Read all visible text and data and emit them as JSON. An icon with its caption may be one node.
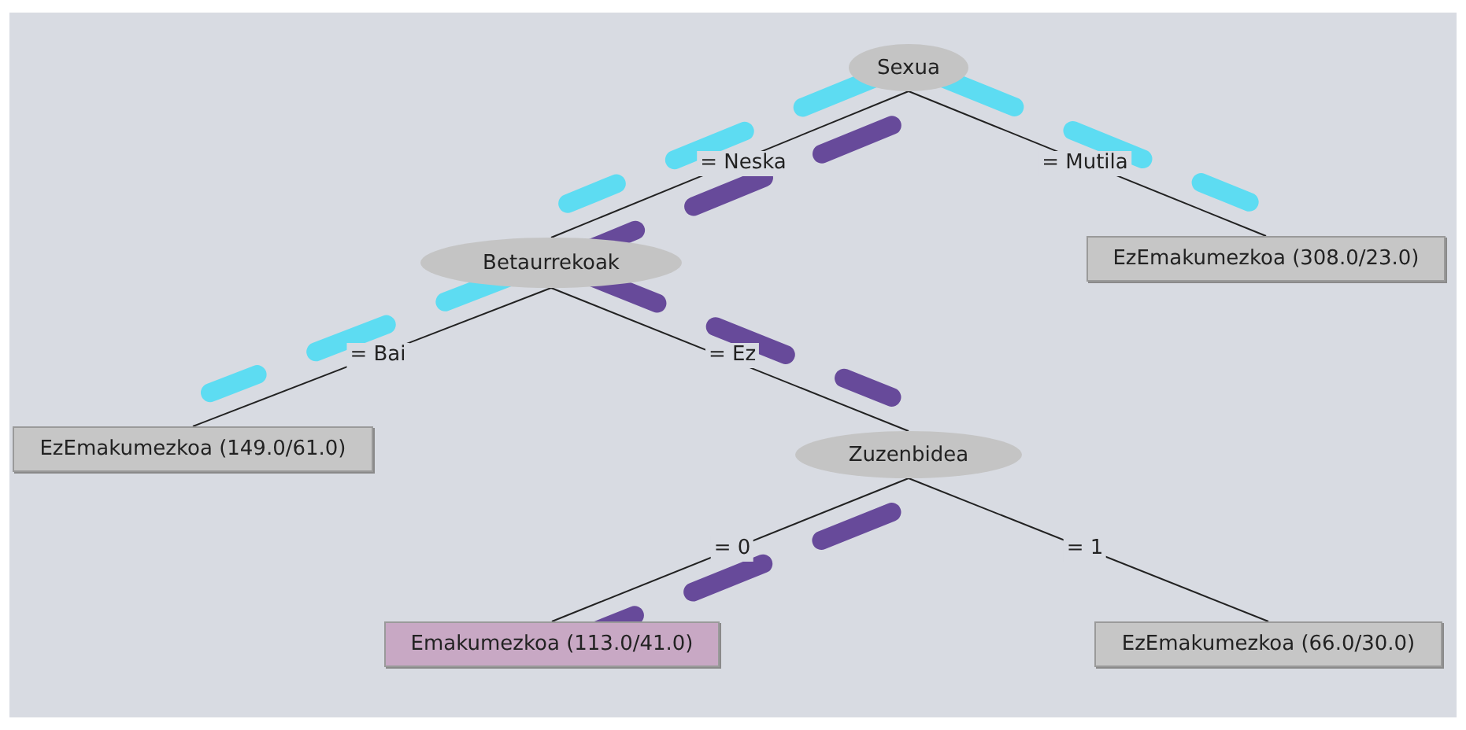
{
  "diagram": {
    "nodes": [
      {
        "text": [
          "Sexua"
        ]
      },
      {
        "text": [
          "Betaurrekoak"
        ]
      },
      {
        "text": [
          "EzEmakumezkoa (308.0/23.0)"
        ]
      },
      {
        "text": [
          "EzEmakumezkoa (149.0/61.0)"
        ]
      },
      {
        "text": [
          "Zuzenbidea"
        ]
      },
      {
        "text": [
          "Emakumezkoa (113.0/41.0)"
        ]
      },
      {
        "text": [
          "EzEmakumezkoa (66.0/30.0)"
        ]
      }
    ],
    "edges": [
      {
        "from": 0,
        "to": 1,
        "arrow": "none",
        "label": "= Neska"
      },
      {
        "from": 0,
        "to": 2,
        "arrow": "none",
        "label": "= Mutila"
      },
      {
        "from": 1,
        "to": 3,
        "arrow": "none",
        "label": "= Bai"
      },
      {
        "from": 1,
        "to": 4,
        "arrow": "none",
        "label": "= Ez"
      },
      {
        "from": 4,
        "to": 5,
        "arrow": "none",
        "label": "= 0"
      },
      {
        "from": 4,
        "to": 6,
        "arrow": "none",
        "label": "= 1"
      }
    ]
  }
}
